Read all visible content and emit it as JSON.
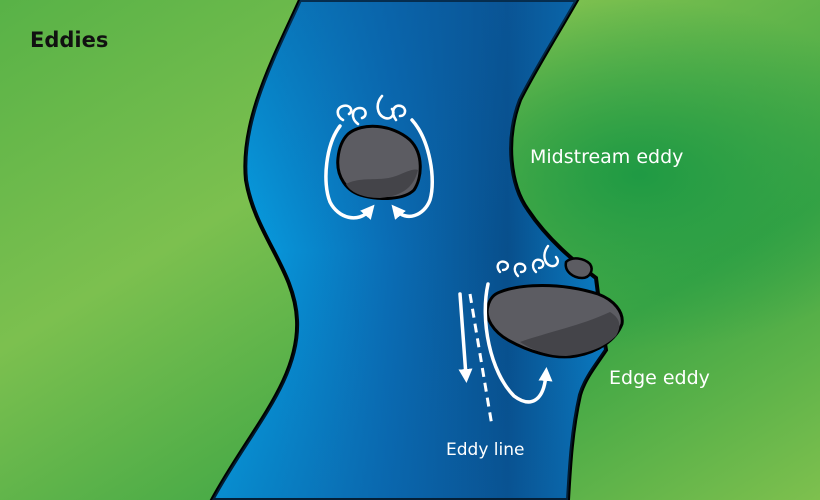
{
  "title": "Eddies",
  "labels": {
    "midstream": "Midstream eddy",
    "edge": "Edge eddy",
    "eddy_line": "Eddy line"
  },
  "colors": {
    "grass_light": "#7cc04f",
    "grass_dark": "#1f9a44",
    "water_light": "#06a9ea",
    "water_dark": "#084f8c",
    "rock": "#5c5c62",
    "arrow": "#ffffff",
    "outline": "#000000"
  }
}
